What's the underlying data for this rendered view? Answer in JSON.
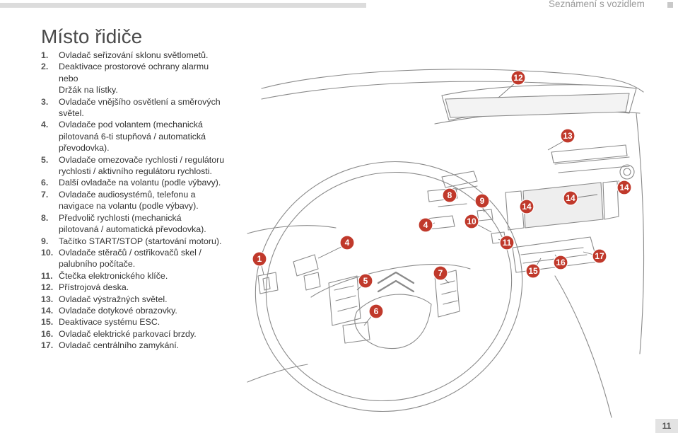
{
  "header": {
    "section": "Seznámení s vozidlem"
  },
  "page": {
    "title": "Místo řidiče",
    "number": "11"
  },
  "legend": [
    {
      "num": "1.",
      "lines": [
        "Ovladač seřizování sklonu světlometů."
      ]
    },
    {
      "num": "2.",
      "lines": [
        "Deaktivace prostorové ochrany alarmu",
        "nebo",
        "Držák na lístky."
      ]
    },
    {
      "num": "3.",
      "lines": [
        "Ovladače vnějšího osvětlení a směrových",
        "světel."
      ]
    },
    {
      "num": "4.",
      "lines": [
        "Ovladače pod volantem (mechanická",
        "pilotovaná 6-ti stupňová / automatická",
        "převodovka)."
      ]
    },
    {
      "num": "5.",
      "lines": [
        "Ovladače omezovače rychlosti / regulátoru",
        "rychlosti / aktivního regulátoru rychlosti."
      ]
    },
    {
      "num": "6.",
      "lines": [
        "Další ovladače na volantu (podle výbavy)."
      ]
    },
    {
      "num": "7.",
      "lines": [
        "Ovladače audiosystémů, telefonu a",
        "navigace na volantu (podle výbavy)."
      ]
    },
    {
      "num": "8.",
      "lines": [
        "Předvolič rychlosti (mechanická",
        "pilotovaná / automatická převodovka)."
      ]
    },
    {
      "num": "9.",
      "lines": [
        "Tačítko START/STOP (startování motoru)."
      ]
    },
    {
      "num": "10.",
      "lines": [
        "Ovladače stěračů / ostřikovačů skel /",
        "palubního počítače."
      ]
    },
    {
      "num": "11.",
      "lines": [
        "Čtečka elektronického klíče."
      ]
    },
    {
      "num": "12.",
      "lines": [
        "Přístrojová deska."
      ]
    },
    {
      "num": "13.",
      "lines": [
        "Ovladač výstražných světel."
      ]
    },
    {
      "num": "14.",
      "lines": [
        "Ovladače dotykové obrazovky."
      ]
    },
    {
      "num": "15.",
      "lines": [
        "Deaktivace systému ESC."
      ]
    },
    {
      "num": "16.",
      "lines": [
        "Ovladač elektrické parkovací brzdy."
      ]
    },
    {
      "num": "17.",
      "lines": [
        "Ovladač centrálního zamykání."
      ]
    }
  ],
  "callouts": [
    "12",
    "13",
    "14",
    "14",
    "14",
    "8",
    "9",
    "10",
    "11",
    "4",
    "4",
    "1",
    "5",
    "6",
    "7",
    "15",
    "16",
    "17"
  ],
  "colors": {
    "callout": "#c0392b",
    "line": "#777777"
  }
}
